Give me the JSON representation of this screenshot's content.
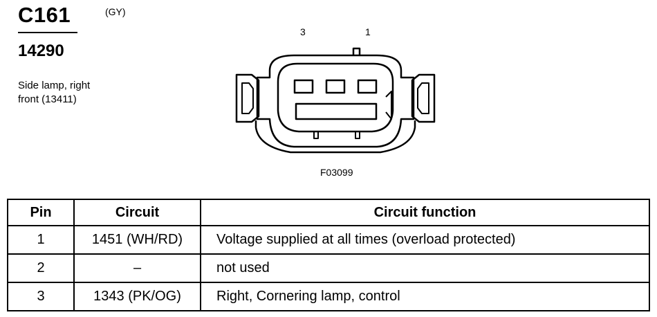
{
  "connector": {
    "id": "C161",
    "color_code": "(GY)",
    "part_number": "14290",
    "description_line1": "Side lamp, right",
    "description_line2": "front (13411)"
  },
  "diagram": {
    "pin_label_3": "3",
    "pin_label_1": "1",
    "figure_id": "F03099"
  },
  "table": {
    "headers": {
      "pin": "Pin",
      "circuit": "Circuit",
      "function": "Circuit function"
    },
    "rows": [
      {
        "pin": "1",
        "circuit": "1451 (WH/RD)",
        "function": "Voltage supplied at all times (overload protected)"
      },
      {
        "pin": "2",
        "circuit": "–",
        "function": "not used"
      },
      {
        "pin": "3",
        "circuit": "1343 (PK/OG)",
        "function": "Right, Cornering lamp, control"
      }
    ]
  }
}
